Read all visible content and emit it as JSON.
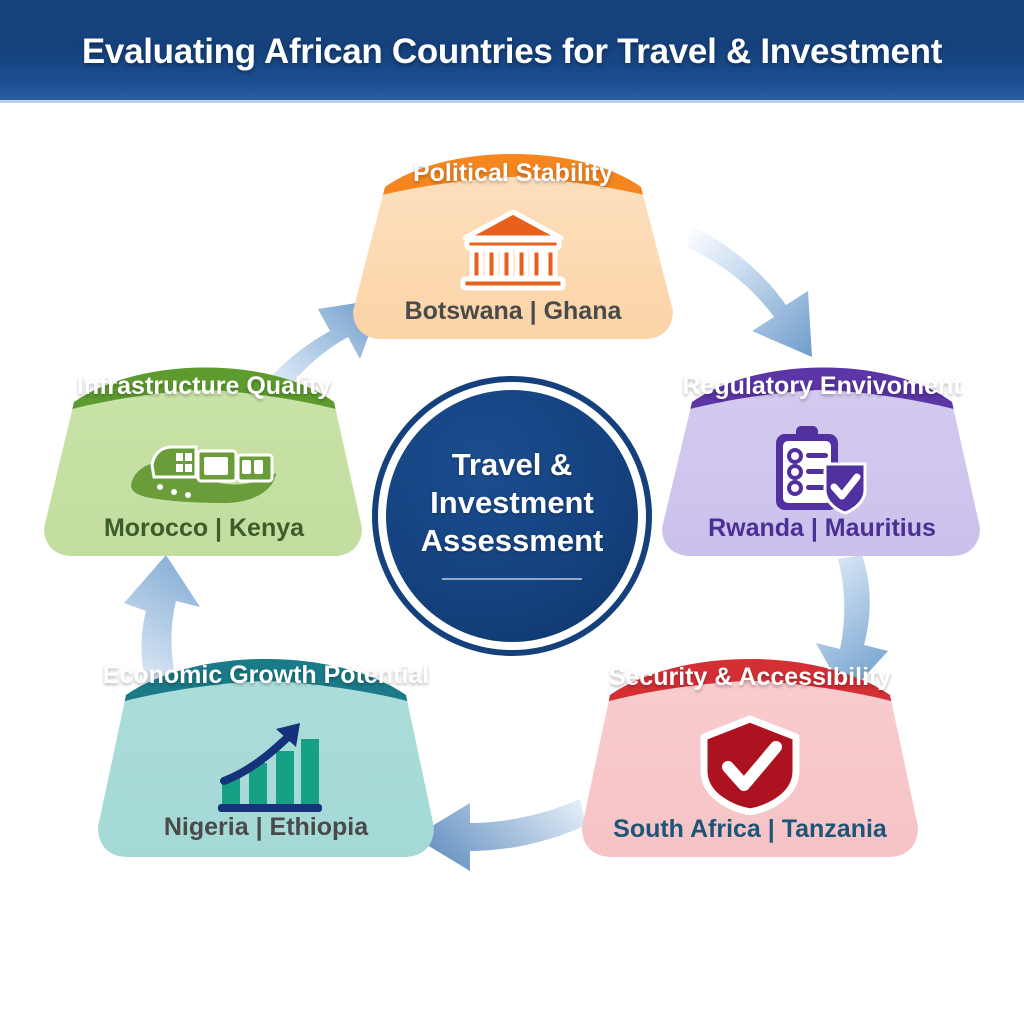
{
  "header": {
    "title": "Evaluating African Countries for Travel & Investment",
    "background_color": "#15417c",
    "text_color": "#ffffff"
  },
  "center": {
    "label": "Travel &\nInvestment\nAssessment",
    "fill_color": "#154280",
    "ring_color": "#14407c",
    "text_color": "#ffffff"
  },
  "segments": [
    {
      "id": "political-stability",
      "title": "Political Stability",
      "countries": "Botswana | Ghana",
      "icon": "government-building-icon",
      "header_color": "#f5861f",
      "body_color": "#fbdcb8",
      "icon_color": "#e8601c",
      "countries_color": "#4a4a4a",
      "position": "top"
    },
    {
      "id": "regulatory-environment",
      "title": "Regulatory Envivoment",
      "countries": "Rwanda | Mauritius",
      "icon": "clipboard-checklist-shield-icon",
      "header_color": "#5c35a6",
      "body_color": "#d2c9ee",
      "icon_color": "#5130a0",
      "countries_color": "#4a2f95",
      "position": "right"
    },
    {
      "id": "security-accessibility",
      "title": "Security & Accessibility",
      "countries": "South Africa | Tanzania",
      "icon": "shield-check-icon",
      "header_color": "#d42f34",
      "body_color": "#f7cbcd",
      "icon_color": "#ad1220",
      "countries_color": "#1d5578",
      "position": "bottom-right"
    },
    {
      "id": "economic-growth-potential",
      "title": "Economic Growth Potential",
      "countries": "Nigeria | Ethiopia",
      "icon": "growth-bar-chart-icon",
      "header_color": "#1a7a88",
      "body_color": "#a9ddda",
      "icon_color": "#16a085",
      "countries_color": "#4a4a4a",
      "position": "bottom-left"
    },
    {
      "id": "infrastructure-quality",
      "title": "Infrastructure Quality",
      "countries": "Morocco | Kenya",
      "icon": "train-infrastructure-icon",
      "header_color": "#5e9b2f",
      "body_color": "#c6e0a4",
      "icon_color": "#5e8f32",
      "countries_color": "#3c5c2a",
      "position": "left"
    }
  ],
  "arrows": [
    {
      "id": "arrow-political-to-regulatory",
      "from": "political-stability",
      "to": "regulatory-environment",
      "direction": "clockwise"
    },
    {
      "id": "arrow-regulatory-to-security",
      "from": "regulatory-environment",
      "to": "security-accessibility",
      "direction": "clockwise"
    },
    {
      "id": "arrow-security-to-economic",
      "from": "security-accessibility",
      "to": "economic-growth-potential",
      "direction": "clockwise"
    },
    {
      "id": "arrow-economic-to-infrastructure",
      "from": "economic-growth-potential",
      "to": "infrastructure-quality",
      "direction": "clockwise"
    },
    {
      "id": "arrow-infrastructure-to-political",
      "from": "infrastructure-quality",
      "to": "political-stability",
      "direction": "clockwise"
    }
  ]
}
